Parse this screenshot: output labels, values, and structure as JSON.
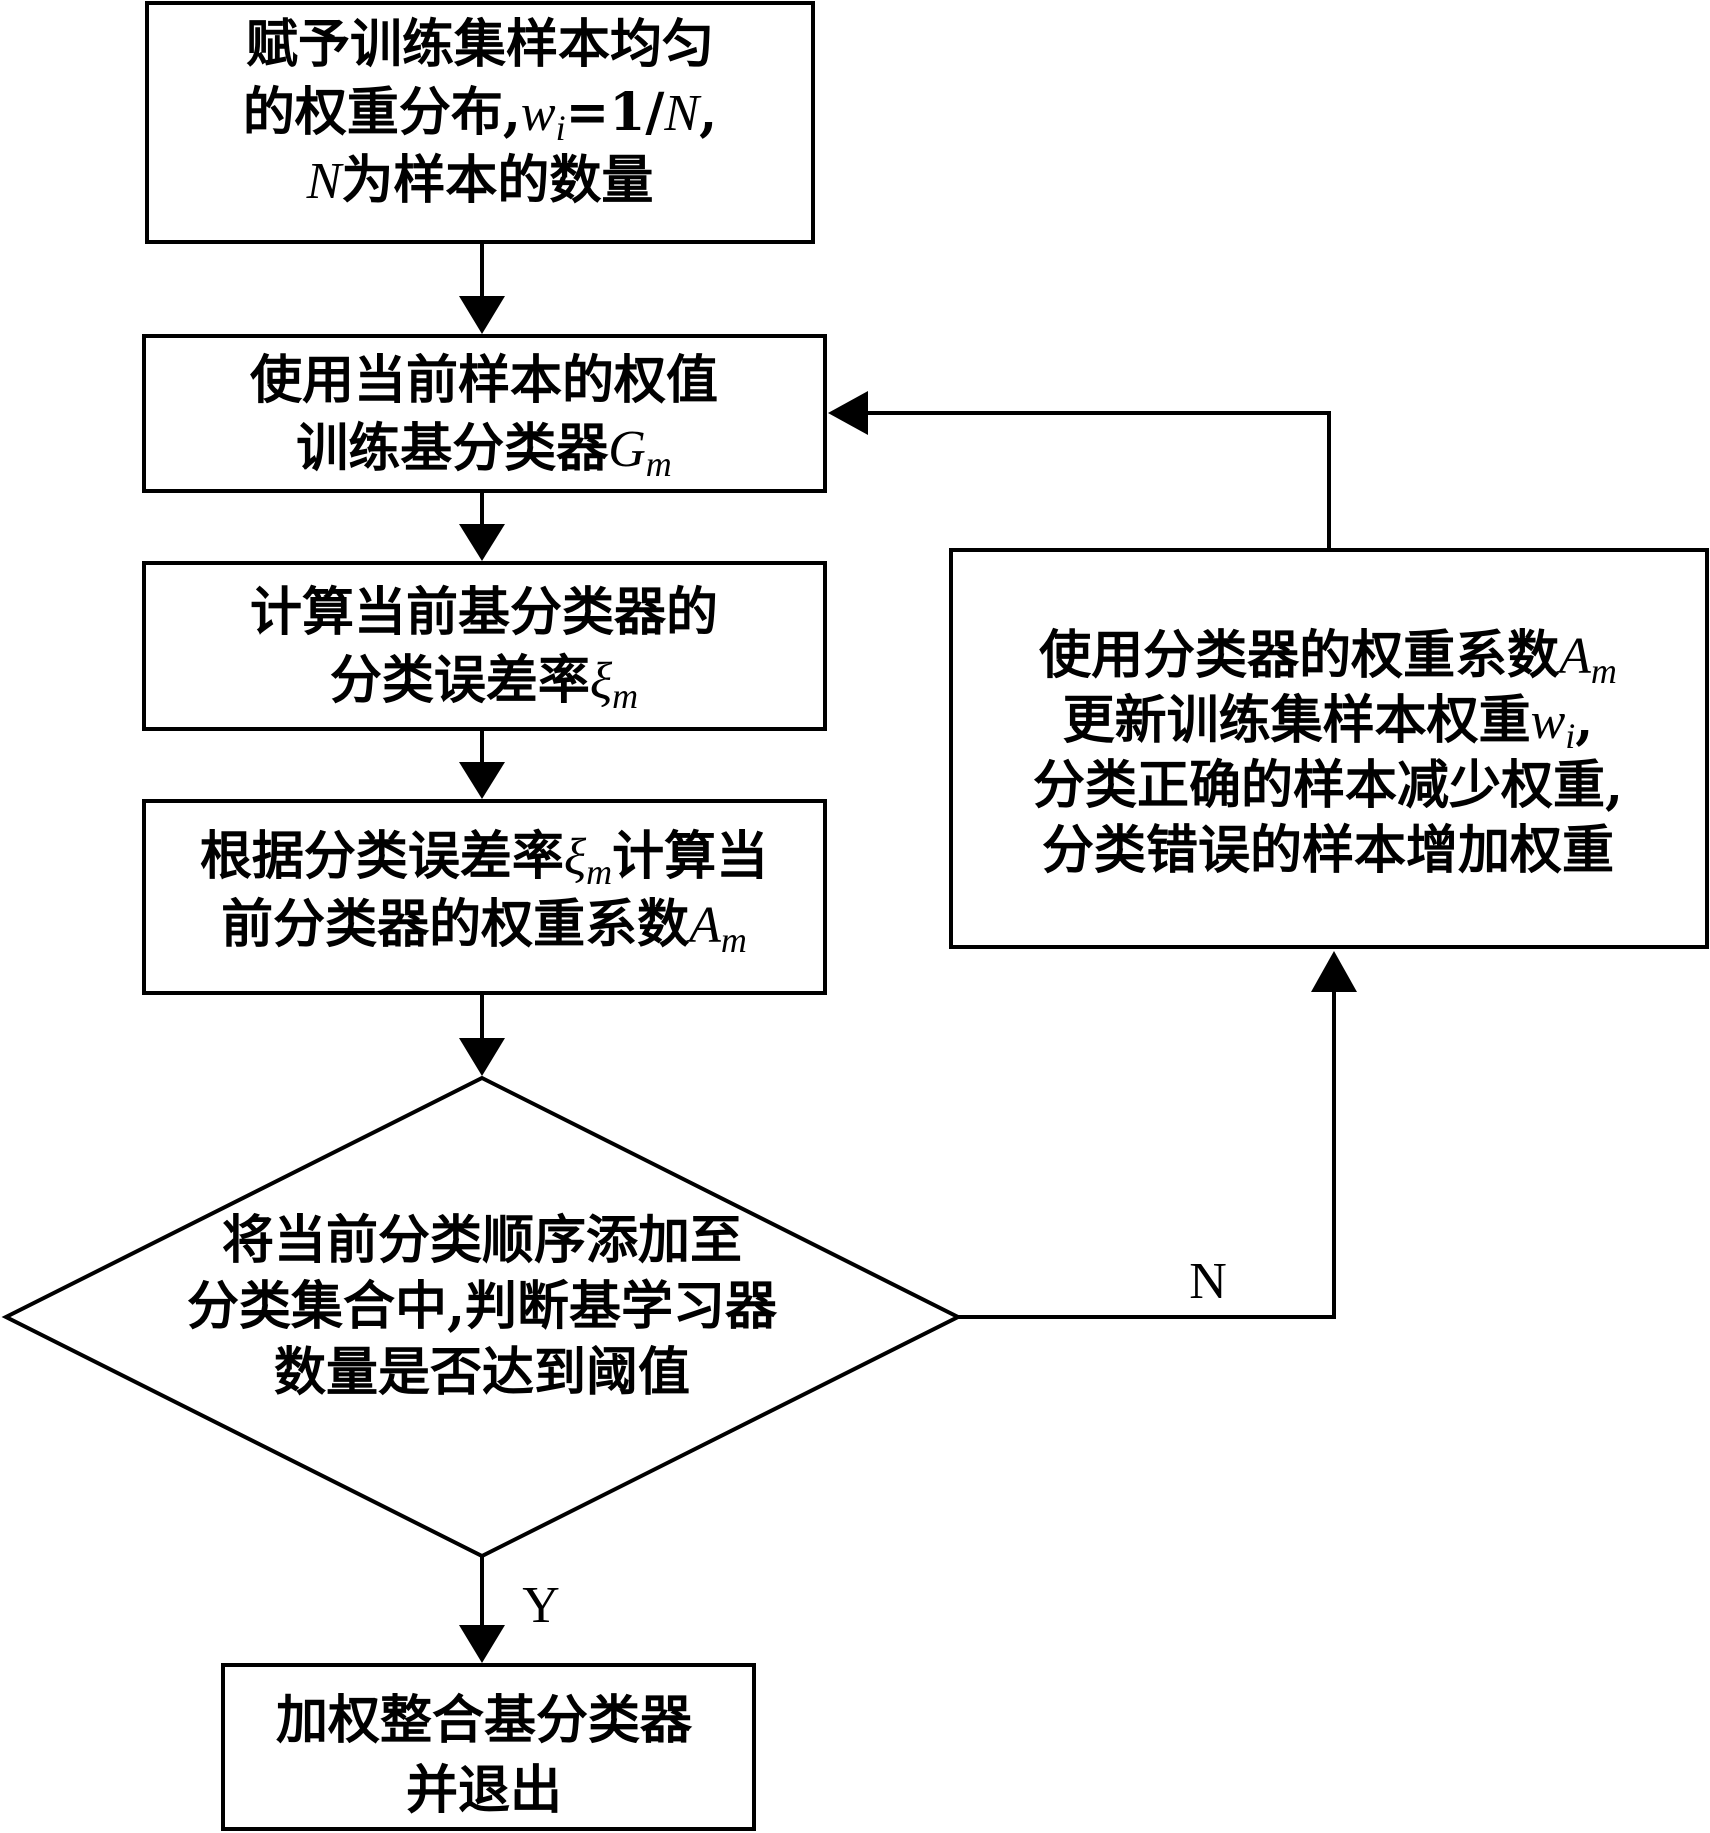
{
  "nodes": {
    "init": {
      "lines": [
        [
          {
            "t": "赋予训练集样本均匀"
          }
        ],
        [
          {
            "t": "的权重分布,"
          },
          {
            "t": "w",
            "it": true
          },
          {
            "t": "i",
            "it": true,
            "sub": true
          },
          {
            "t": "=1/"
          },
          {
            "t": "N",
            "it": true
          },
          {
            "t": ","
          }
        ],
        [
          {
            "t": "N",
            "it": true
          },
          {
            "t": "为样本的数量"
          }
        ]
      ]
    },
    "train": {
      "lines": [
        [
          {
            "t": "使用当前样本的权值"
          }
        ],
        [
          {
            "t": "训练基分类器"
          },
          {
            "t": "G",
            "it": true
          },
          {
            "t": "m",
            "it": true,
            "sub": true
          }
        ]
      ]
    },
    "error_rate": {
      "lines": [
        [
          {
            "t": "计算当前基分类器的"
          }
        ],
        [
          {
            "t": "分类误差率"
          },
          {
            "t": "ξ",
            "it": true
          },
          {
            "t": "m",
            "it": true,
            "sub": true
          }
        ]
      ]
    },
    "weight_coef": {
      "lines": [
        [
          {
            "t": "根据分类误差率"
          },
          {
            "t": "ξ",
            "it": true
          },
          {
            "t": "m",
            "it": true,
            "sub": true
          },
          {
            "t": "计算当"
          }
        ],
        [
          {
            "t": "前分类器的权重系数"
          },
          {
            "t": "A",
            "it": true
          },
          {
            "t": "m",
            "it": true,
            "sub": true
          }
        ]
      ]
    },
    "decision": {
      "lines": [
        [
          {
            "t": "将当前分类顺序添加至"
          }
        ],
        [
          {
            "t": "分类集合中,判断基学习器"
          }
        ],
        [
          {
            "t": "数量是否达到阈值"
          }
        ]
      ]
    },
    "update": {
      "lines": [
        [
          {
            "t": "使用分类器的权重系数"
          },
          {
            "t": "A",
            "it": true
          },
          {
            "t": "m",
            "it": true,
            "sub": true
          }
        ],
        [
          {
            "t": "更新训练集样本权重"
          },
          {
            "t": "w",
            "it": true
          },
          {
            "t": "i",
            "it": true,
            "sub": true
          },
          {
            "t": ","
          }
        ],
        [
          {
            "t": "分类正确的样本减少权重,"
          }
        ],
        [
          {
            "t": "分类错误的样本增加权重"
          }
        ]
      ]
    },
    "final": {
      "lines": [
        [
          {
            "t": "加权整合基分类器"
          }
        ],
        [
          {
            "t": "并退出"
          }
        ]
      ]
    }
  },
  "edges": {
    "no_label": "N",
    "yes_label": "Y"
  },
  "colors": {
    "stroke": "#000000",
    "background": "#ffffff"
  }
}
